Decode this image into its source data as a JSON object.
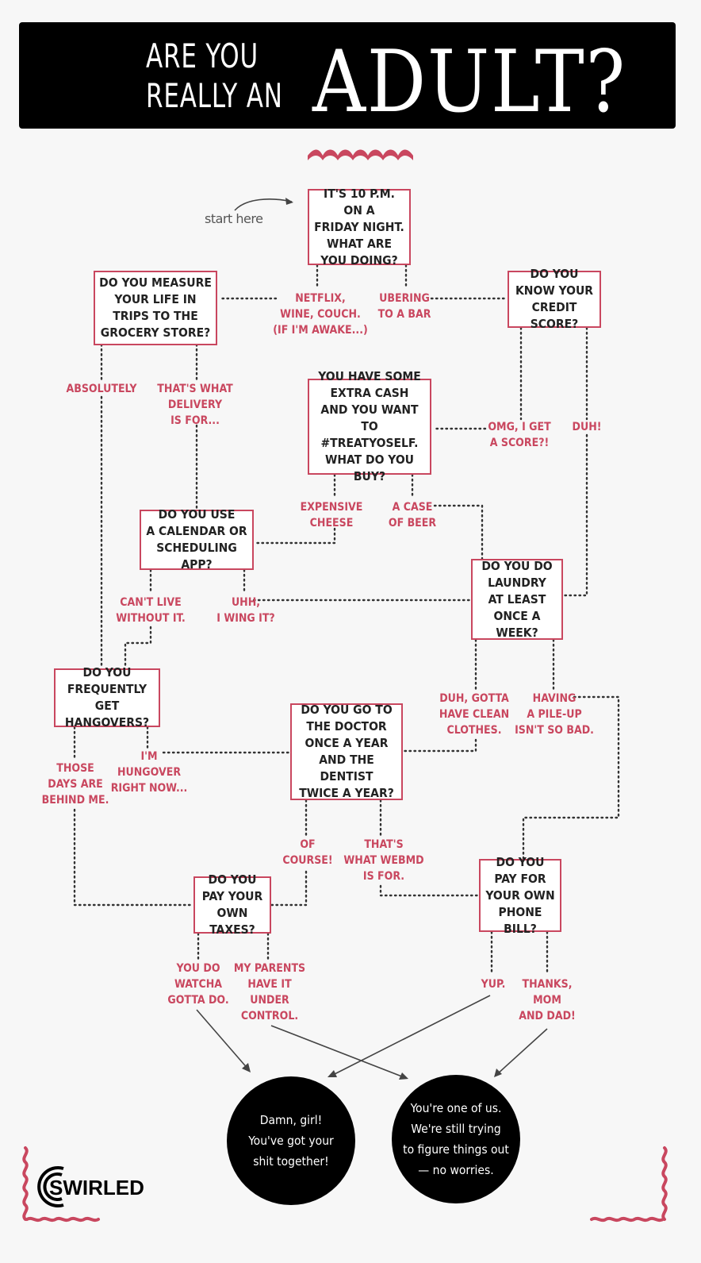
{
  "header": {
    "line1": "ARE YOU",
    "line2": "REALLY AN",
    "big": "ADULT?"
  },
  "start_label": "start here",
  "questions": {
    "friday": "IT'S 10 P.M. ON A\nFRIDAY NIGHT.\nWHAT ARE\nYOU DOING?",
    "grocery": "DO YOU MEASURE\nYOUR LIFE IN\nTRIPS TO THE\nGROCERY STORE?",
    "credit": "DO YOU\nKNOW YOUR\nCREDIT SCORE?",
    "cash": "YOU HAVE SOME\nEXTRA CASH\nAND YOU WANT\nTO #TREATYOSELF.\nWHAT DO YOU BUY?",
    "calendar": "DO YOU USE\nA CALENDAR OR\nSCHEDULING APP?",
    "laundry": "DO YOU DO\nLAUNDRY\nAT LEAST\nONCE A WEEK?",
    "hangovers": "DO YOU\nFREQUENTLY\nGET HANGOVERS?",
    "doctor": "DO YOU GO TO\nTHE DOCTOR\nONCE A YEAR\nAND THE DENTIST\nTWICE A YEAR?",
    "taxes": "DO YOU\nPAY YOUR\nOWN TAXES?",
    "phone": "DO YOU\nPAY FOR\nYOUR OWN\nPHONE BILL?"
  },
  "answers": {
    "netflix": "NETFLIX,\nWINE, COUCH.\n(IF I'M AWAKE...)",
    "ubering": "UBERING\nTO A BAR",
    "absolutely": "ABSOLUTELY",
    "delivery": "THAT'S WHAT\nDELIVERY\nIS FOR...",
    "omg": "OMG, I GET\nA SCORE?!",
    "duh": "DUH!",
    "cheese": "EXPENSIVE\nCHEESE",
    "beer": "A CASE\nOF BEER",
    "cantlive": "CAN'T LIVE\nWITHOUT IT.",
    "uhh": "UHH,\nI WING IT?",
    "cleanclothes": "DUH, GOTTA\nHAVE CLEAN\nCLOTHES.",
    "pileup": "HAVING\nA PILE-UP\nISN'T SO BAD.",
    "hungover": "I'M\nHUNGOVER\nRIGHT NOW...",
    "behindme": "THOSE\nDAYS ARE\nBEHIND ME.",
    "ofcourse": "OF\nCOURSE!",
    "webmd": "THAT'S\nWHAT WEBMD\nIS FOR.",
    "watcha": "YOU DO\nWATCHA\nGOTTA DO.",
    "parents": "MY PARENTS\nHAVE IT\nUNDER\nCONTROL.",
    "yup": "YUP.",
    "thanks": "THANKS,\nMOM\nAND DAD!"
  },
  "results": {
    "adult": "Damn, girl!\nYou've got your\nshit together!",
    "notadult": "You're one of us.\nWe're still trying\nto figure things out\n— no worries."
  },
  "brand": "SWIRLED",
  "colors": {
    "accent": "#c9475f",
    "background": "#f7f7f7",
    "dark": "#000000",
    "dots": "#333333"
  }
}
